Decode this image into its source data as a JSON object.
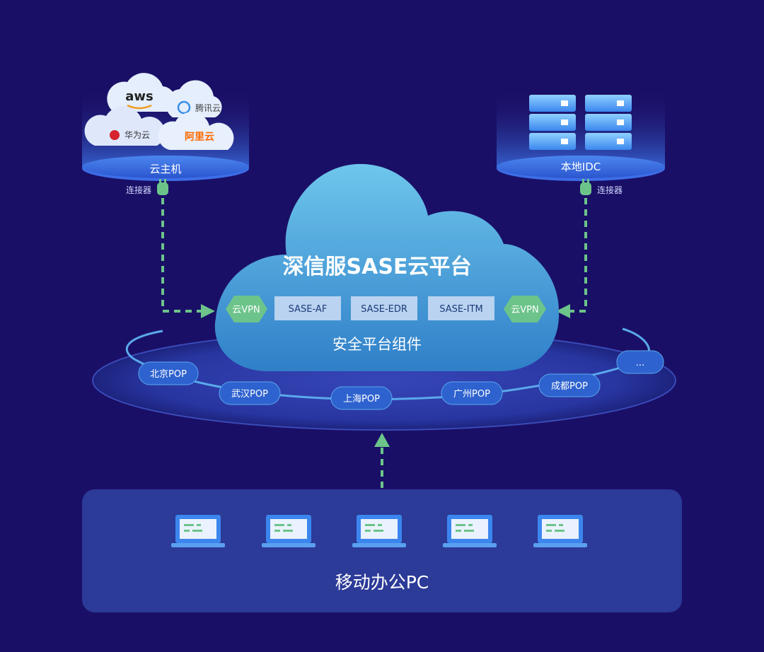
{
  "cloud_host": {
    "label": "云主机",
    "providers": [
      {
        "name": "aws",
        "icon": "aws-logo"
      },
      {
        "name": "腾讯云",
        "icon": "tencent-cloud-logo"
      },
      {
        "name": "华为云",
        "icon": "huawei-logo"
      },
      {
        "name": "阿里云",
        "icon": "aliyun-logo"
      }
    ],
    "connector": "连接器"
  },
  "local_idc": {
    "label": "本地IDC",
    "connector": "连接器",
    "icon": "server-icon"
  },
  "platform": {
    "title": "深信服SASE云平台",
    "subtitle": "安全平台组件",
    "vpn_left": "云VPN",
    "vpn_right": "云VPN",
    "components": [
      "SASE-AF",
      "SASE-EDR",
      "SASE-ITM"
    ]
  },
  "pops": [
    "北京POP",
    "武汉POP",
    "上海POP",
    "广州POP",
    "成都POP",
    "..."
  ],
  "mobile_office": {
    "title": "移动办公PC",
    "pc_count": 5,
    "icon": "laptop-icon"
  },
  "colors": {
    "background": "#1a0f66",
    "accent_green": "#6cc48a",
    "cloud_blue": "#4aa8dc",
    "panel": "#2c3a98"
  }
}
